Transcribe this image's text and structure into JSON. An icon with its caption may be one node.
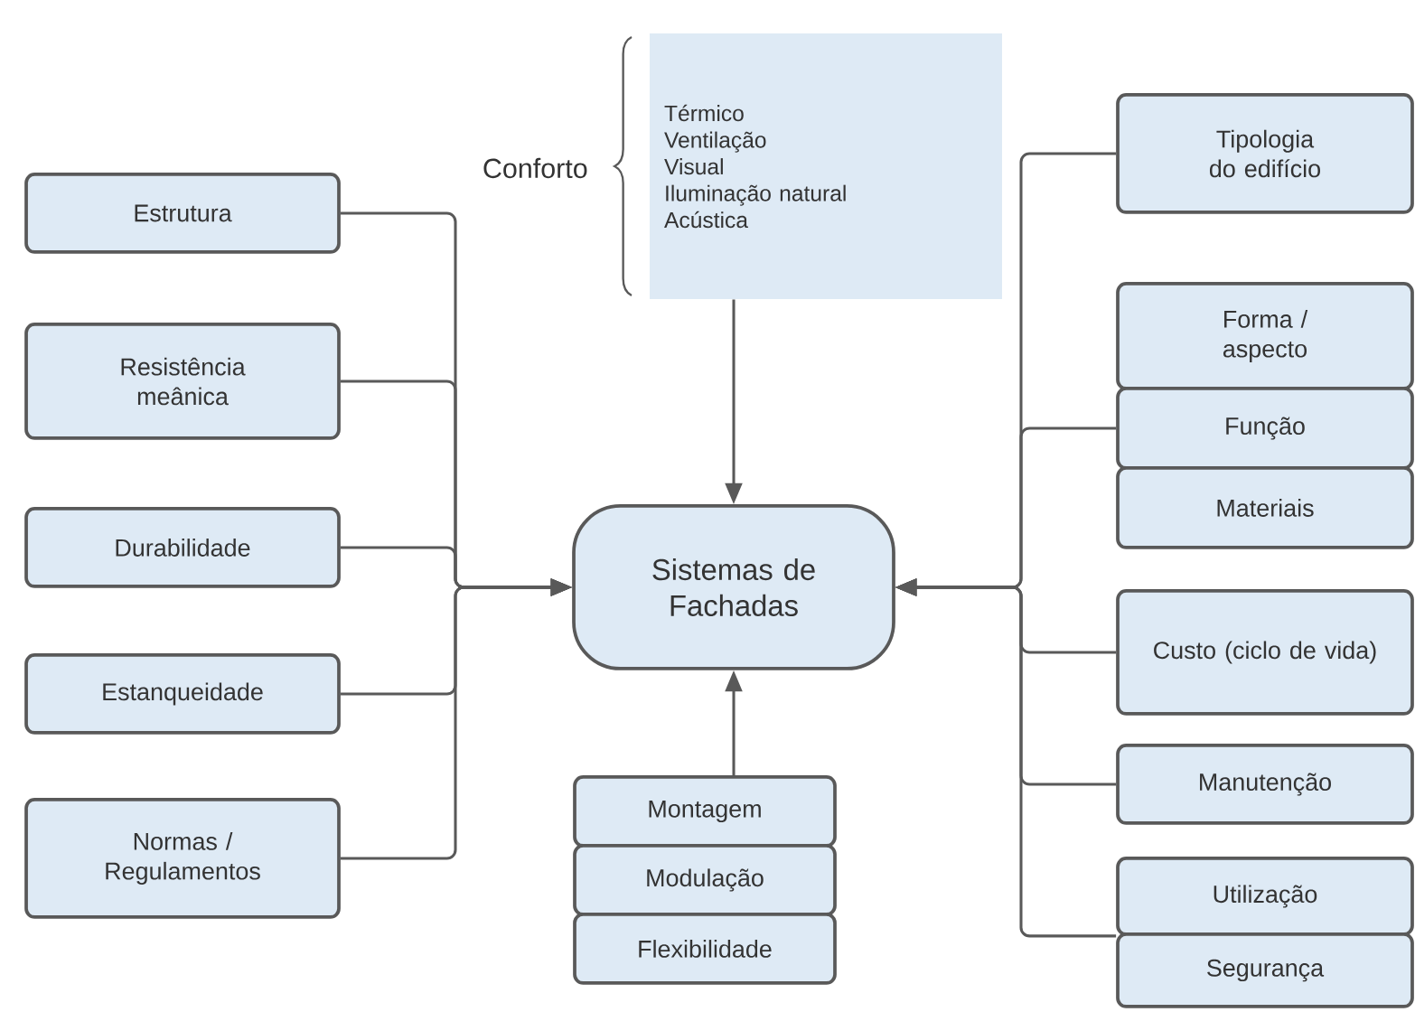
{
  "diagram": {
    "nodes": [
      {
        "text": [
          "Sistemas de Fachadas"
        ]
      },
      {
        "text": [
          "Térmico",
          "Ventilação",
          "Visual",
          "Iluminação natural",
          "Acústica"
        ],
        "beside": [
          "Conforto"
        ]
      },
      {
        "text": [
          "Estrutura"
        ]
      },
      {
        "text": [
          "Resistência meânica"
        ]
      },
      {
        "text": [
          "Durabilidade"
        ]
      },
      {
        "text": [
          "Estanqueidade"
        ]
      },
      {
        "text": [
          "Normas / Regulamentos"
        ]
      },
      {
        "text": [
          "Tipologia do edifício"
        ]
      },
      {
        "text": [
          "Forma / aspecto"
        ]
      },
      {
        "text": [
          "Função"
        ]
      },
      {
        "text": [
          "Materiais"
        ]
      },
      {
        "text": [
          "Custo (ciclo de vida)"
        ]
      },
      {
        "text": [
          "Manutenção"
        ]
      },
      {
        "text": [
          "Utilização"
        ]
      },
      {
        "text": [
          "Segurança"
        ]
      },
      {
        "text": [
          "Montagem"
        ]
      },
      {
        "text": [
          "Modulação"
        ]
      },
      {
        "text": [
          "Flexibilidade"
        ]
      }
    ],
    "edges": [
      {
        "from": 1,
        "to": 0,
        "arrow": "to"
      },
      {
        "from": 2,
        "to": 0,
        "arrow": "to"
      },
      {
        "from": 3,
        "to": 0,
        "arrow": "to"
      },
      {
        "from": 4,
        "to": 0,
        "arrow": "to"
      },
      {
        "from": 5,
        "to": 0,
        "arrow": "to"
      },
      {
        "from": 6,
        "to": 0,
        "arrow": "to"
      },
      {
        "from": 7,
        "to": 0,
        "arrow": "to"
      },
      {
        "from": 9,
        "to": 0,
        "arrow": "to"
      },
      {
        "from": 11,
        "to": 0,
        "arrow": "to"
      },
      {
        "from": 12,
        "to": 0,
        "arrow": "to"
      },
      {
        "from": 13,
        "to": 0,
        "arrow": "to"
      },
      {
        "from": 15,
        "to": 0,
        "arrow": "to"
      }
    ]
  }
}
